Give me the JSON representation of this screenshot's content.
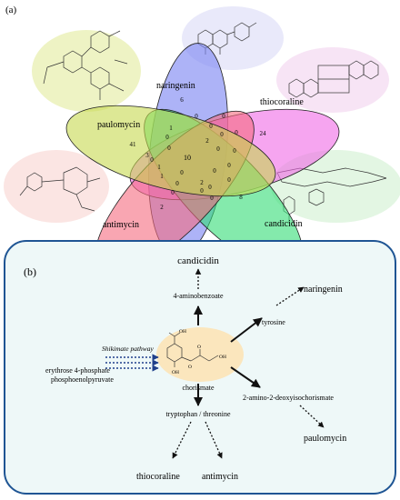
{
  "panel_a": {
    "label": "(a)",
    "venn_sets": [
      {
        "name": "naringenin",
        "color": "#7b84f2"
      },
      {
        "name": "thiocoraline",
        "color": "#f069e6"
      },
      {
        "name": "candicidin",
        "color": "#32dc74"
      },
      {
        "name": "antimycin",
        "color": "#f56a7e"
      },
      {
        "name": "paulomycin",
        "color": "#c7d84e"
      }
    ],
    "venn_counts": {
      "center": "10",
      "naringenin_only": "6",
      "thiocoraline_only": "24",
      "candicidin_only": "8",
      "antimycin_only": "2",
      "paulomycin_only": "41",
      "pair_1": "0",
      "pair_2": "0",
      "pair_3": "0",
      "pair_4": "0",
      "pair_5": "0",
      "pair_6": "1",
      "pair_7": "1",
      "pair_8": "0",
      "pair_9": "0",
      "pair_10": "0",
      "tri_1": "0",
      "tri_2": "0",
      "tri_3": "0",
      "tri_4": "0",
      "tri_5": "2",
      "tri_6": "0",
      "tri_7": "0",
      "tri_8": "1",
      "tri_9": "3",
      "tri_10": "0",
      "quad_1": "2",
      "quad_2": "0",
      "quad_3": "0",
      "quad_4": "0",
      "quad_5": "0"
    }
  },
  "panel_b": {
    "label": "(b)",
    "nodes": {
      "candicidin": "candicidin",
      "aminobenzoate": "4-aminobenzoate",
      "naringenin": "naringenin",
      "tyrosine": "tyrosine",
      "shikimate": "Shikimate pathway",
      "erythrose": "erythrose 4-phosphate",
      "pep": "phosphoenolpyruvate",
      "chorismate": "chorismate",
      "adic": "2-amino-2-deoxyisochorismate",
      "paulomycin": "paulomycin",
      "trp": "tryptophan / threonine",
      "thiocoraline": "thiocoraline",
      "antimycin": "antimycin"
    },
    "chem_labels": {
      "oh_top": "OH",
      "o1": "O",
      "o2": "O",
      "oh_right": "OH",
      "oh_bottom": "OH"
    }
  }
}
